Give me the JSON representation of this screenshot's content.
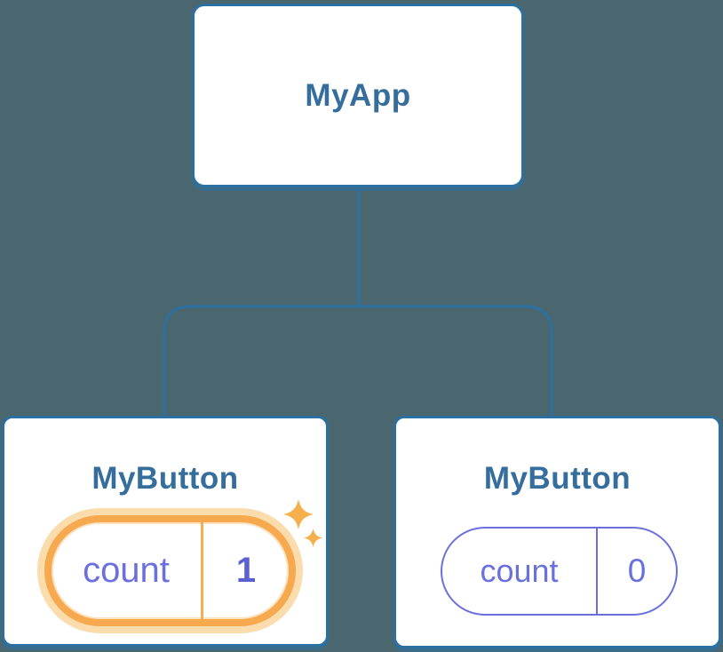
{
  "background_color": "#4A6770",
  "palette": {
    "card_background": "#FFFFFF",
    "node_border_blue": "#2C70A2",
    "node_title_blue": "#356E9D",
    "connector_blue": "#2C70A2",
    "state_indigo": "#6A70DD",
    "state_value_indigo_bold": "#5A60D0",
    "highlight_orange": "#F6A94E",
    "highlight_glow_orange": "#FBDCAC",
    "sparkle_orange": "#F5AF4D"
  },
  "tree": {
    "root": {
      "label": "MyApp"
    },
    "children": [
      {
        "label": "MyButton",
        "highlighted": true,
        "state": {
          "key": "count",
          "value": "1"
        }
      },
      {
        "label": "MyButton",
        "highlighted": false,
        "state": {
          "key": "count",
          "value": "0"
        }
      }
    ]
  },
  "icons": {
    "sparkle": "✦"
  }
}
